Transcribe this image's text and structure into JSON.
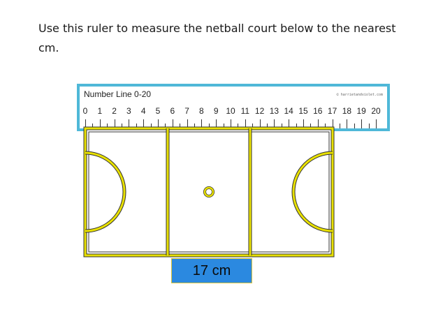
{
  "question": {
    "text": "Use this ruler to measure the netball court below to the nearest cm."
  },
  "ruler": {
    "title": "Number Line 0-20",
    "credit": "© harrietandviolet.com",
    "numbers": [
      "0",
      "1",
      "2",
      "3",
      "4",
      "5",
      "6",
      "7",
      "8",
      "9",
      "10",
      "11",
      "12",
      "13",
      "14",
      "15",
      "16",
      "17",
      "18",
      "19",
      "20"
    ],
    "border_color": "#4fb8d8"
  },
  "court": {
    "line_color": "#e8e000",
    "outline_color": "#333333"
  },
  "answer": {
    "label": "17 cm",
    "background_color": "#2b89e0"
  }
}
